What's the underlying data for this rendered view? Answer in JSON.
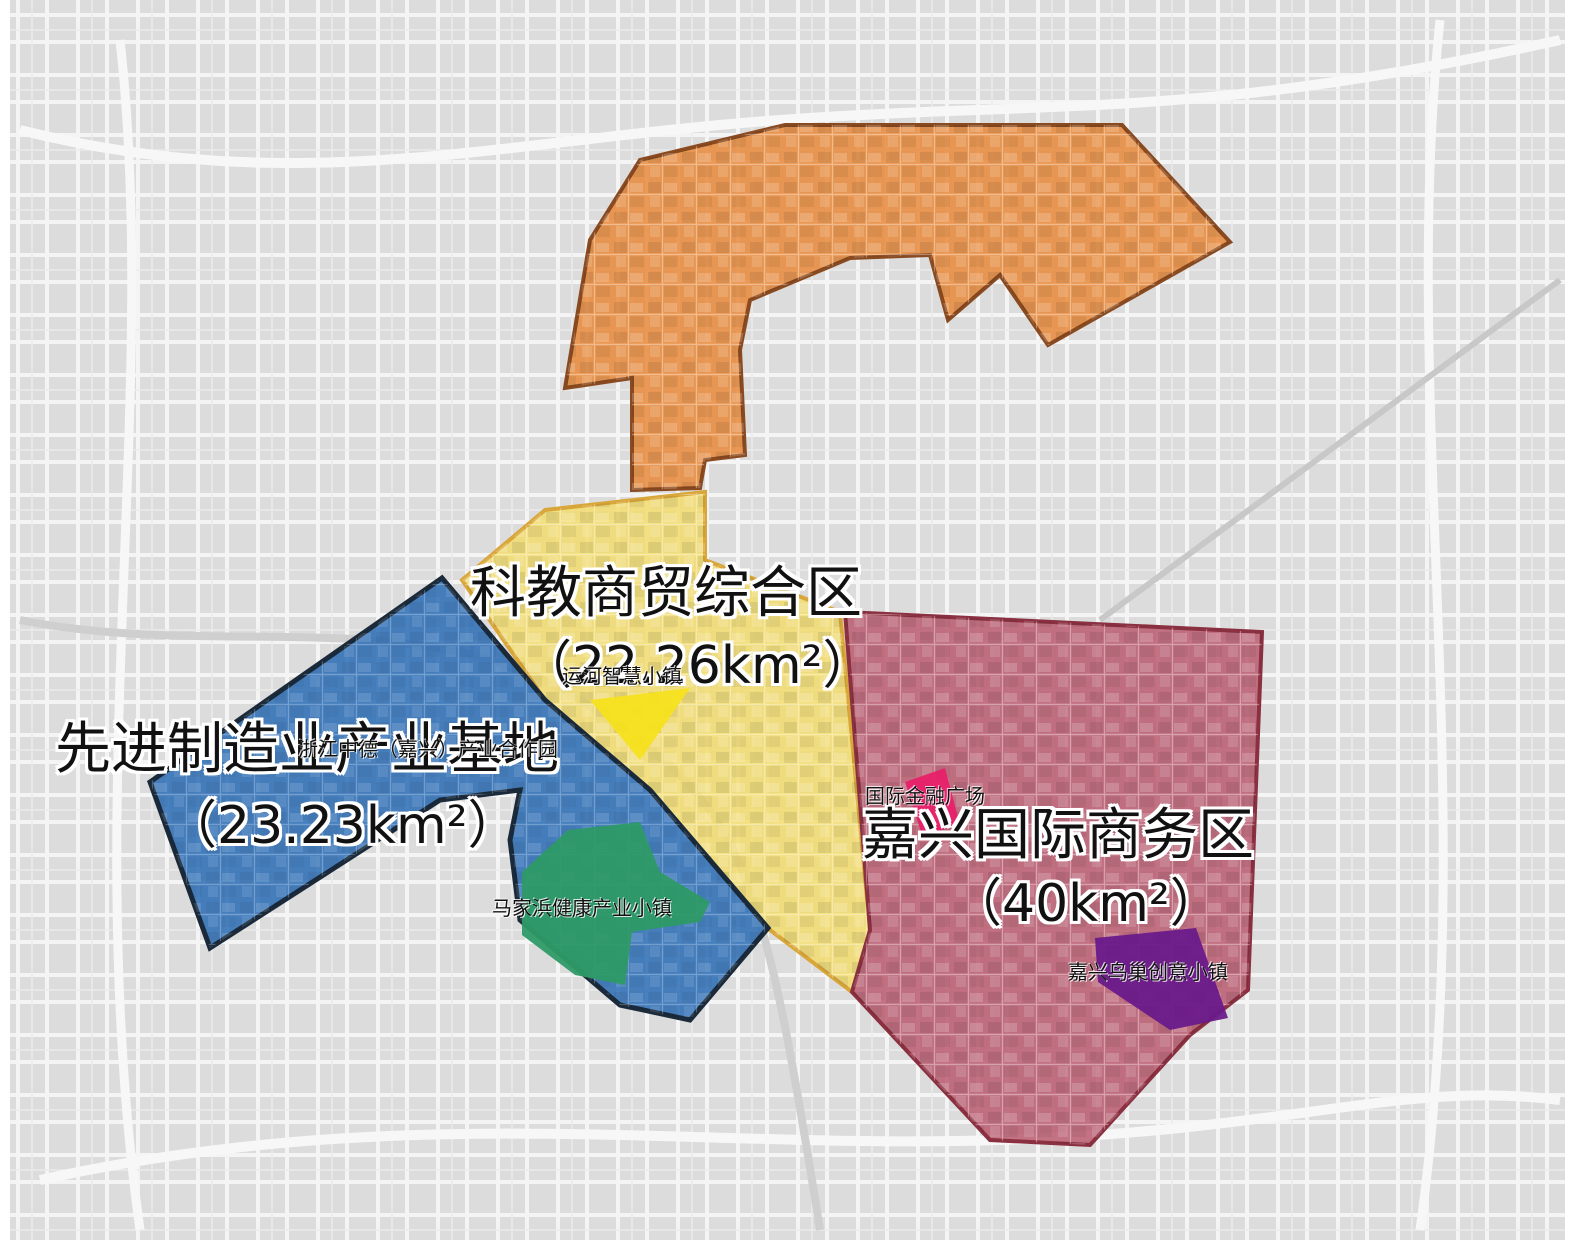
{
  "zones": {
    "north": {
      "color": "#e8893a",
      "border": "#8a4a20"
    },
    "science": {
      "title": "科教商贸综合区",
      "area": "（22.26km²）",
      "color": "#f3dc6a",
      "border": "#d9a63a"
    },
    "manufacturing": {
      "title": "先进制造业产业基地",
      "area": "（23.23km²）",
      "color": "#2a6cb5",
      "border": "#1a2a3a"
    },
    "business": {
      "title": "嘉兴国际商务区",
      "area": "（40km²）",
      "color": "#b85a6e",
      "border": "#8a3040"
    }
  },
  "towns": {
    "yunhe": {
      "label": "运河智慧小镇",
      "color": "#f5e21e"
    },
    "zhongde": {
      "label": "浙江中德（嘉兴）产业合作园"
    },
    "majiabang": {
      "label": "马家浜健康产业小镇",
      "color": "#2e9a66"
    },
    "finance": {
      "label": "国际金融广场",
      "color": "#e8206a"
    },
    "niaochao": {
      "label": "嘉兴鸟巢创意小镇",
      "color": "#6a1a8a"
    }
  }
}
